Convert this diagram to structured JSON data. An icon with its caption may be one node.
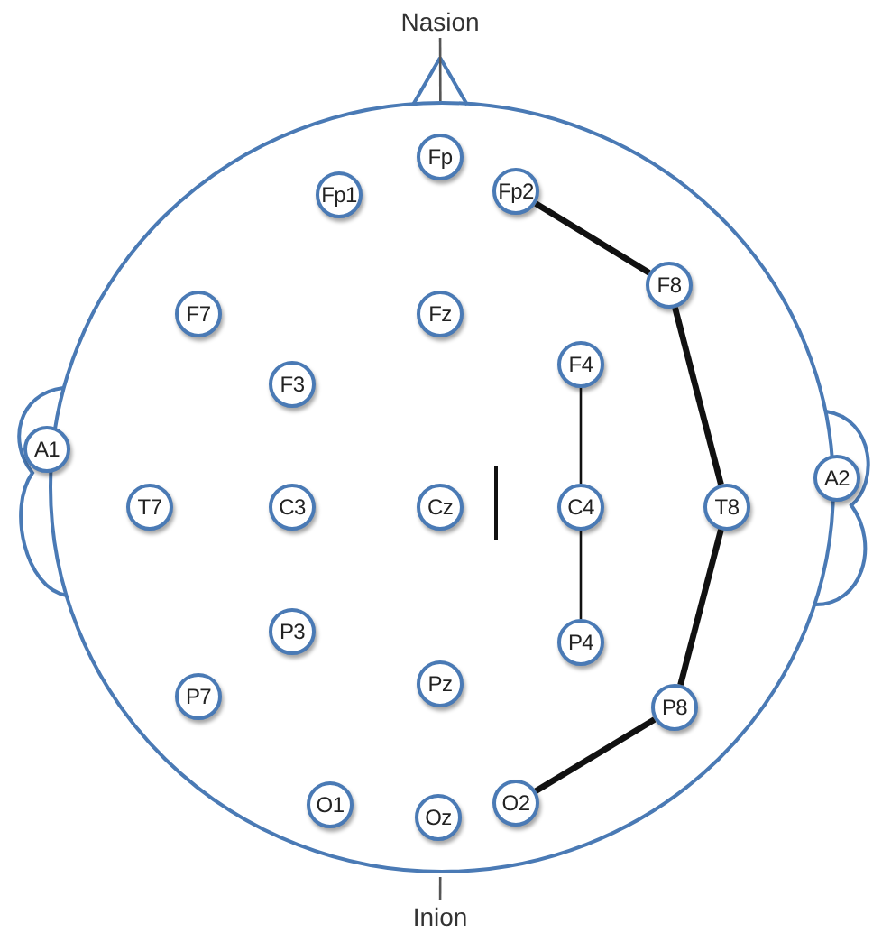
{
  "diagram": {
    "nodes": [
      {
        "text": [
          "Nasion"
        ]
      },
      {
        "text": [],
        "shape": "circle"
      },
      {
        "text": [
          "Fp"
        ],
        "in": 1
      },
      {
        "text": [
          "Fp1"
        ],
        "in": 1
      },
      {
        "text": [
          "Fp2"
        ],
        "in": 1
      },
      {
        "text": [
          "F7"
        ],
        "in": 1
      },
      {
        "text": [
          "Fz"
        ],
        "in": 1
      },
      {
        "text": [
          "F8"
        ],
        "in": 1
      },
      {
        "text": [
          "F3"
        ],
        "in": 1
      },
      {
        "text": [
          "F4"
        ],
        "in": 1
      },
      {
        "text": [
          "A1"
        ]
      },
      {
        "text": [
          "A2"
        ]
      },
      {
        "text": [
          "T7"
        ],
        "in": 1
      },
      {
        "text": [
          "C3"
        ],
        "in": 1
      },
      {
        "text": [
          "Cz"
        ],
        "in": 1
      },
      {
        "text": [
          "C4"
        ],
        "in": 1
      },
      {
        "text": [
          "T8"
        ],
        "in": 1
      },
      {
        "text": [
          "P3"
        ],
        "in": 1
      },
      {
        "text": [
          "P4"
        ],
        "in": 1
      },
      {
        "text": [
          "Pz"
        ],
        "in": 1
      },
      {
        "text": [
          "P7"
        ],
        "in": 1
      },
      {
        "text": [
          "P8"
        ],
        "in": 1
      },
      {
        "text": [
          "O1"
        ],
        "in": 1
      },
      {
        "text": [
          "Oz"
        ],
        "in": 1
      },
      {
        "text": [
          "O2"
        ],
        "in": 1
      },
      {
        "text": [
          "Inion"
        ]
      }
    ],
    "edges": [
      {
        "from": 0,
        "to": 1,
        "arrow": "none",
        "color": "#555555"
      },
      {
        "from": 25,
        "to": 1,
        "arrow": "none",
        "color": "#555555"
      },
      {
        "from": 4,
        "to": 7,
        "arrow": "none",
        "style": "thick"
      },
      {
        "from": 7,
        "to": 16,
        "arrow": "none",
        "style": "thick"
      },
      {
        "from": 16,
        "to": 21,
        "arrow": "none",
        "style": "thick"
      },
      {
        "from": 21,
        "to": 24,
        "arrow": "none",
        "style": "thick"
      },
      {
        "from": 9,
        "to": 15,
        "arrow": "none"
      },
      {
        "from": 15,
        "to": 18,
        "arrow": "none"
      }
    ]
  }
}
